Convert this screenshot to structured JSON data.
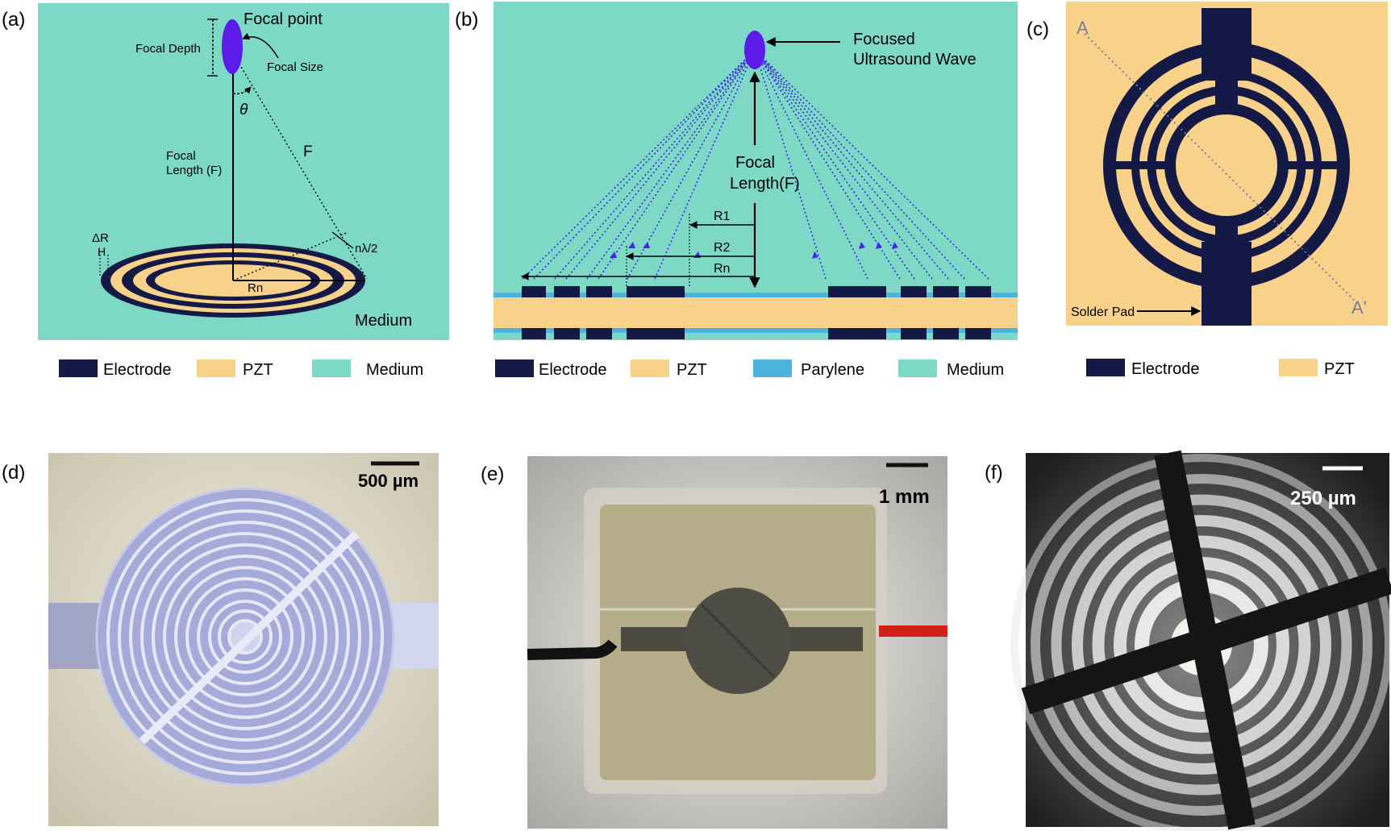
{
  "colors": {
    "electrode": "#151945",
    "pzt": "#f8d28a",
    "medium": "#7dd9c6",
    "parylene": "#4cb4dc",
    "focus": "#5b1be8",
    "rays": "#3b26e0"
  },
  "panels": {
    "a": {
      "tag": "(a)",
      "focal_point": "Focal point",
      "focal_depth": "Focal Depth",
      "focal_size": "Focal Size",
      "theta": "θ",
      "focal_length_1": "Focal",
      "focal_length_2": "Length (F)",
      "f": "F",
      "delta_r": "ΔR",
      "h_mark": "H",
      "n_lambda": "nλ/2",
      "rn": "Rn",
      "medium": "Medium",
      "legend": [
        "Electrode",
        "PZT",
        "Medium"
      ]
    },
    "b": {
      "tag": "(b)",
      "focused_1": "Focused",
      "focused_2": "Ultrasound Wave",
      "focal_1": "Focal",
      "focal_2": "Length(F)",
      "r1": "R1",
      "r2": "R2",
      "rn": "Rn",
      "legend": [
        "Electrode",
        "PZT",
        "Parylene",
        "Medium"
      ]
    },
    "c": {
      "tag": "(c)",
      "a": "A",
      "a_prime": "A'",
      "solder_pad": "Solder Pad",
      "legend": [
        "Electrode",
        "PZT"
      ]
    },
    "d": {
      "tag": "(d)",
      "scale": "500 µm"
    },
    "e": {
      "tag": "(e)",
      "scale": "1 mm"
    },
    "f": {
      "tag": "(f)",
      "scale": "250 µm"
    }
  }
}
